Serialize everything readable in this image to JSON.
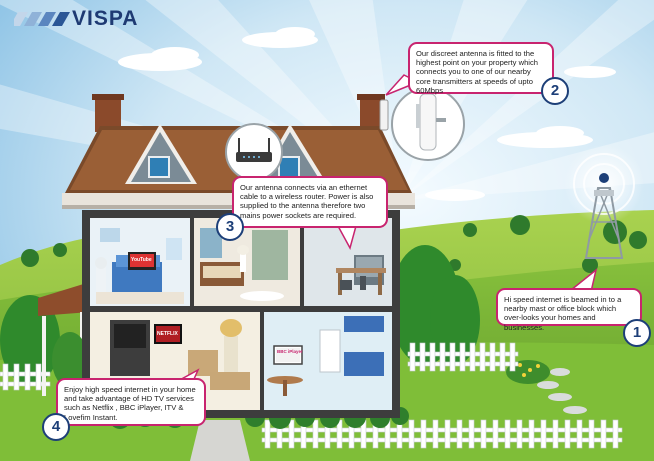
{
  "brand": {
    "name": "VISPA",
    "color": "#1e3a73"
  },
  "accent_color": "#c8246f",
  "callouts": [
    {
      "number": "1",
      "text": "Hi speed internet is beamed in to a nearby mast or office block which over-looks your homes and businesses."
    },
    {
      "number": "2",
      "text": "Our discreet antenna is fitted to the highest point on your property which connects you to one of our nearby core transmitters at speeds of upto 60Mbps"
    },
    {
      "number": "3",
      "text": "Our antenna connects via an ethernet cable to a wireless router. Power is also supplied to the antenna therefore two mains power sockets are required."
    },
    {
      "number": "4",
      "text": "Enjoy high speed internet in your home and take advantage of HD TV services such as Netflix , BBC iPlayer, ITV & Lovefim Instant."
    }
  ],
  "tv_brands": {
    "youtube": "YouTube",
    "netflix": "NETFLIX",
    "iplayer": "BBC iPlayer"
  }
}
